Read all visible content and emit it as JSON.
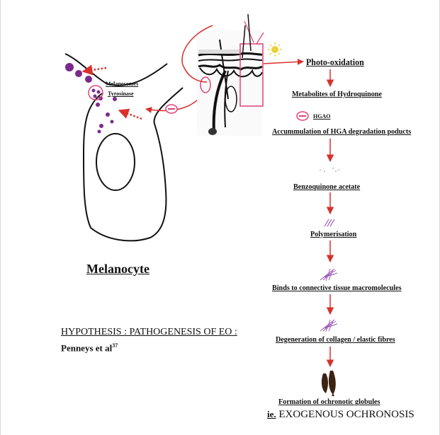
{
  "cell": {
    "title": "Melanocyte",
    "label_melanosomes": "Melanosomes",
    "label_tyrosinase": "Tyrosinase"
  },
  "hgao": {
    "label": "HGAO"
  },
  "steps": [
    "Photo-oxidation",
    "Metabolites of Hydroquinone",
    "Accummulation of HGA  degradation poducts",
    "Benzoquinone acetate",
    "Polymerisation",
    "Binds to connective tissue macromolecules",
    "Degeneration of collagen / elastic fibres",
    "Formation of ochronotic globules"
  ],
  "hypothesis": {
    "text": "HYPOTHESIS : PATHOGENESIS OF EO :",
    "author": "Penneys et al",
    "ref": "37"
  },
  "final": {
    "prefix": "ie.",
    "text": "EXOGENOUS OCHRONOSIS"
  },
  "colors": {
    "arrow": "#d9302c",
    "magenta": "#e0417a",
    "purple": "#7b2a8c",
    "fiber": "#9b59b6",
    "globule": "#3b2413"
  }
}
